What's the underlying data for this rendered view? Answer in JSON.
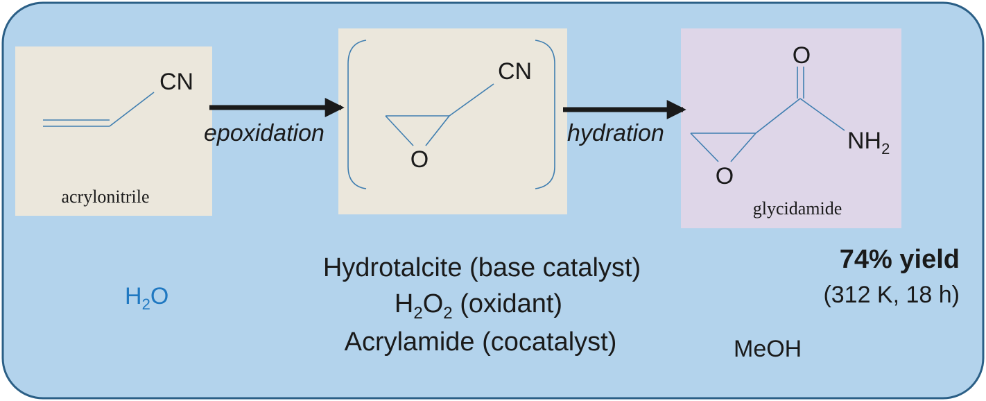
{
  "colors": {
    "panel_bg": "#b3d3ec",
    "panel_border": "#2b5f86",
    "box_beige": "#ebe7dc",
    "box_lavender": "#ded6e8",
    "bond": "#3f7eb0",
    "arrow": "#1a1a1a",
    "water_text": "#1f78c1",
    "text": "#1a1a1a"
  },
  "molecules": {
    "acrylonitrile": {
      "name": "acrylonitrile",
      "cn": "CN"
    },
    "intermediate": {
      "cn": "CN",
      "o": "O"
    },
    "glycidamide": {
      "name": "glycidamide",
      "o_ring": "O",
      "o_carbonyl": "O",
      "nh": "NH",
      "nh_sub": "2"
    }
  },
  "steps": {
    "epoxidation": "epoxidation",
    "hydration": "hydration"
  },
  "conditions": {
    "line1": "Hydrotalcite (base catalyst)",
    "line2_h": "H",
    "line2_sub1": "2",
    "line2_o": "O",
    "line2_sub2": "2",
    "line2_rest": " (oxidant)",
    "line3": "Acrylamide (cocatalyst)"
  },
  "water": {
    "h": "H",
    "sub": "2",
    "o": "O"
  },
  "solvent": "MeOH",
  "result": {
    "yield": "74% yield",
    "conditions": "(312 K, 18 h)"
  }
}
